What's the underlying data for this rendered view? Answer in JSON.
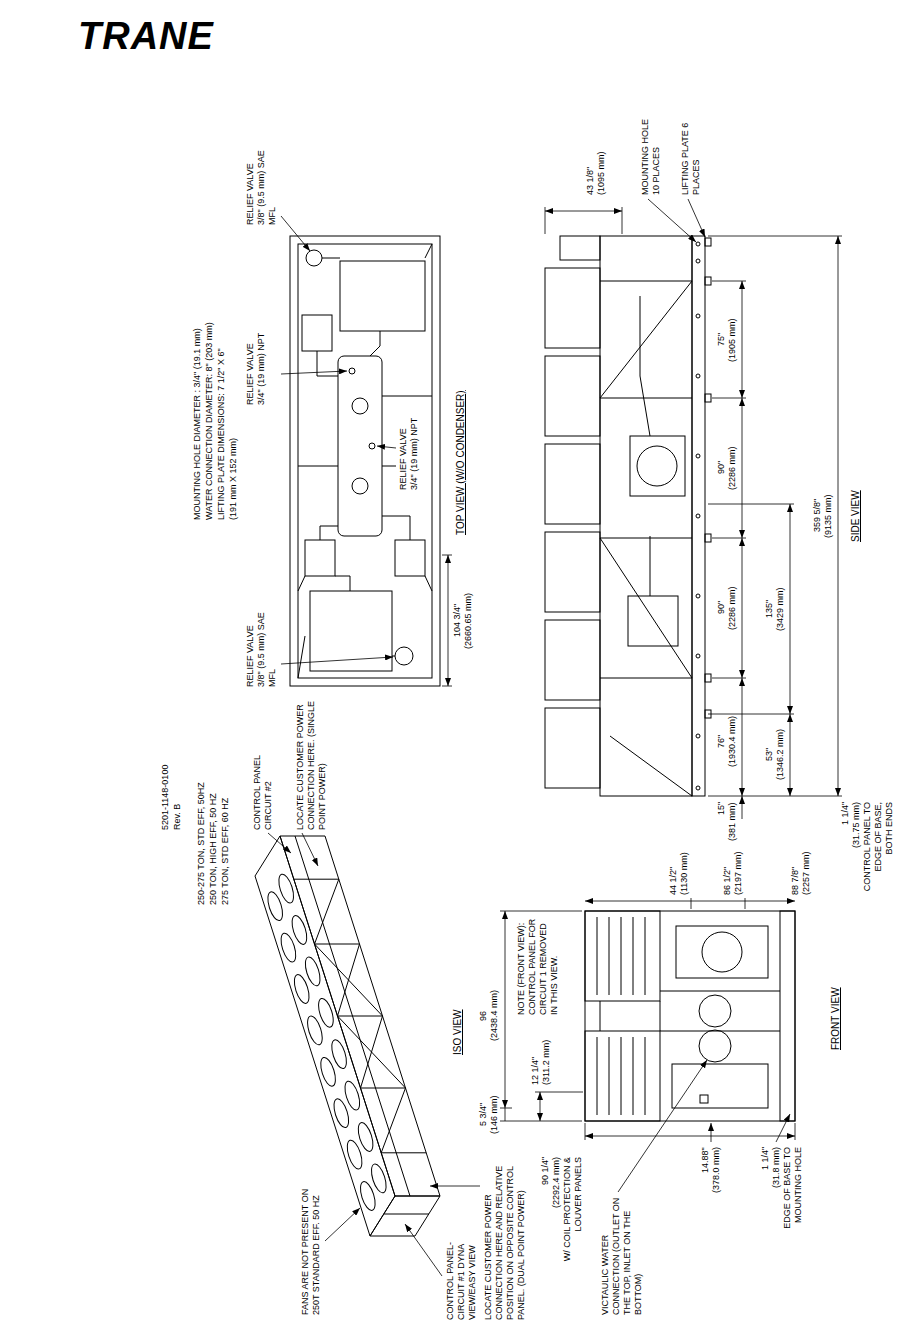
{
  "diagram": {
    "labels": [
      "TRANE",
      "5201-1148-0100",
      "Rev. B",
      "250-275 TON, STD EFF, 50HZ",
      "250 TON, HIGH EFF, 50 HZ",
      "275 TON, STD EFF, 60 HZ",
      "MOUNTING HOLE DIAMETER : 3/4\" (19.1 mm)",
      "WATER CONNECTION DIAMETER: 8\" (203 mm)",
      "LIFTING PLATE DIMENSIONS: 7 1/2\" X 6\"",
      "(191 mm X 152 mm)",
      "CONTROL PANEL CIRCUIT #2",
      "LOCATE CUSTOMER POWER CONNECTION HERE. (SINGLE POINT POWER)",
      "FANS ARE NOT PRESENT ON 250T STANDARD EFF. 50 HZ",
      "CONTROL PANEL- CIRCUIT #1 DYNA VIEW/EASY VIEW",
      "LOCATE CUSTOMER POWER CONNECTION HERE AND RELATIVE POSITION ON OPPOSITE CONTROL PANEL. (DUAL POINT POWER)",
      "ISO VIEW",
      "RELIEF VALVE 3/8\" (9.5 mm) SAE MFL",
      "RELIEF VALVE 3/4\" (19 mm) NPT",
      "RELIEF VALVE 3/4\" (19 mm) NPT",
      "RELIEF VALVE 3/8\" (9.5 mm) SAE MFL",
      "104 3/4\"",
      "(2660.65 mm)",
      "TOP VIEW (W/O CONDENSER)",
      "90 1/4\"",
      "(2292.4 mm)",
      "W/ COIL PROTECTION & LOUVER PANELS",
      "VICTAULIC WATER CONNECTION (OUTLET ON THE TOP, INLET ON THE BOTTOM)",
      "5 3/4\"",
      "(146 mm)",
      "96",
      "(2438.4 mm)",
      "12 1/4\"",
      "(311.2 mm)",
      "NOTE (FRONT VIEW): CONTROL PANEL FOR CIRCUIT 1 REMOVED IN THIS VIEW.",
      "44 1/2\"",
      "(1130 mm)",
      "86 1/2\"",
      "(2197 mm)",
      "88 7/8\"",
      "(2257 mm)",
      "14.88\"",
      "(378.0 mm)",
      "1 1/4\"",
      "(31.8 mm)",
      "EDGE OF BASE TO MOUNTING HOLE",
      "FRONT VIEW",
      "43 1/8\"",
      "(1095 mm)",
      "MOUNTING HOLE 10 PLACES",
      "LIFTING PLATE 6 PLACES",
      "75\"",
      "(1905 mm)",
      "90\"",
      "(2286 mm)",
      "90\"",
      "(2286 mm)",
      "135\"",
      "(3429 mm)",
      "359 5/8\"",
      "(9135 mm)",
      "76\"",
      "(1930.4 mm)",
      "53\"",
      "(1346.2 mm)",
      "15\"",
      "(381 mm)",
      "1 1/4\"",
      "(31.75 mm)",
      "CONTROL PANEL TO EDGE OF BASE, BOTH ENDS",
      "SIDE VIEW"
    ]
  }
}
